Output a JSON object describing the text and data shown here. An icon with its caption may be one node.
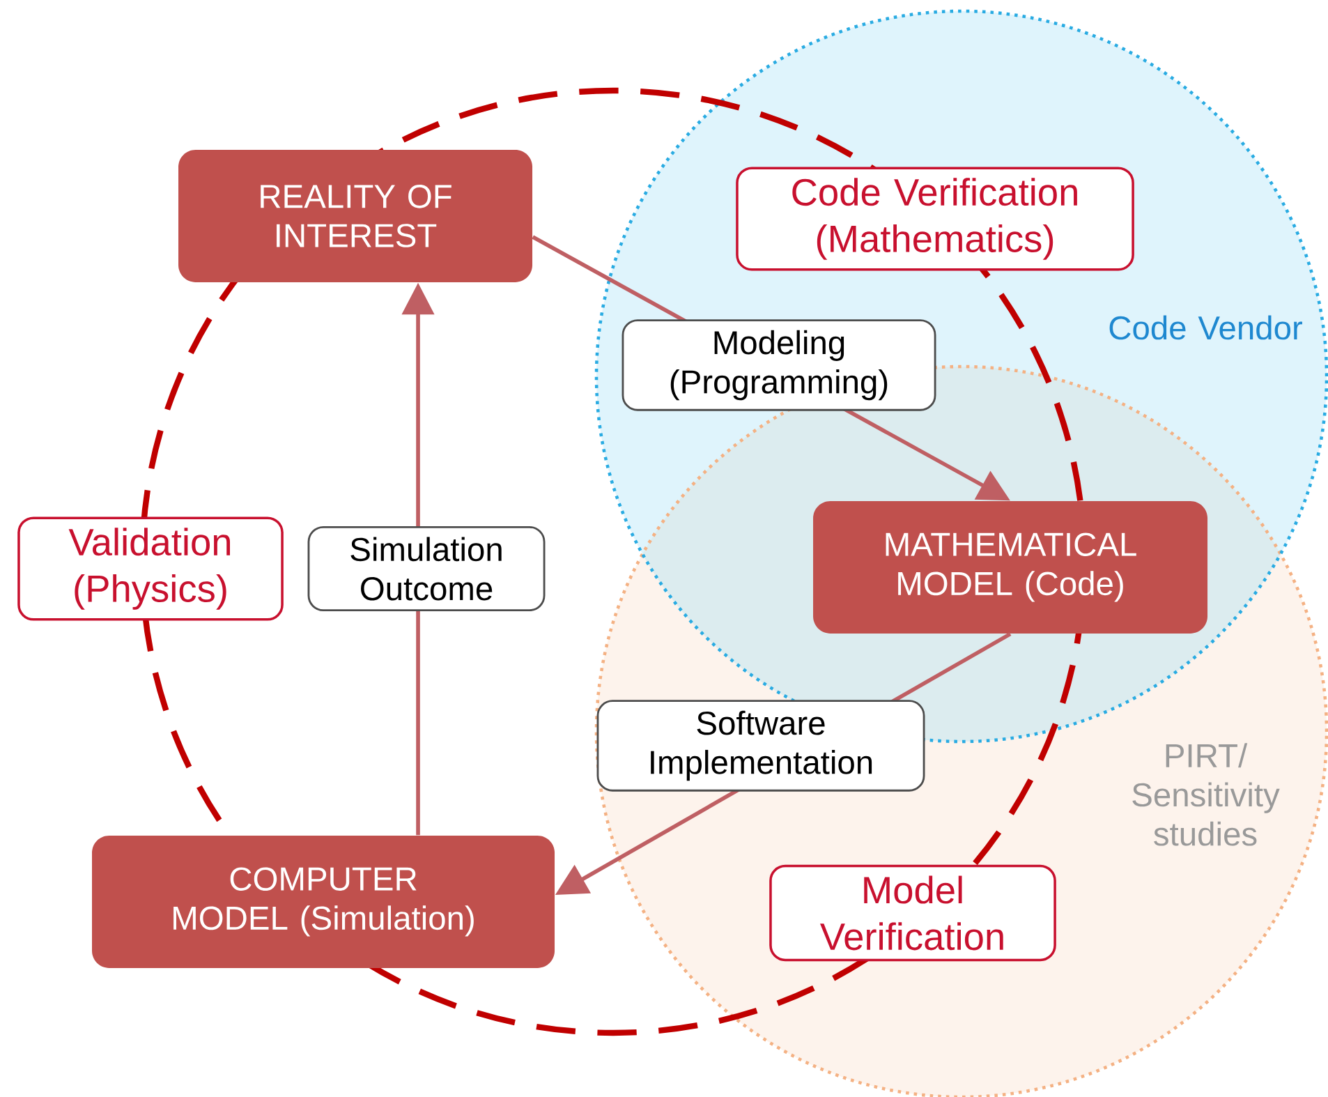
{
  "diagram": {
    "nodes": [
      {
        "text": [
          "REALITY OF INTEREST"
        ]
      },
      {
        "text": [
          "MATHEMATICAL MODEL (Code)"
        ]
      },
      {
        "text": [
          "COMPUTER MODEL (Simulation)"
        ]
      }
    ],
    "edges": [
      {
        "from": 0,
        "to": 1,
        "arrow": "to",
        "label": "Modeling (Programming)"
      },
      {
        "from": 1,
        "to": 2,
        "arrow": "to",
        "label": "Software Implementation"
      },
      {
        "from": 2,
        "to": 0,
        "arrow": "to",
        "label": "Simulation Outcome"
      }
    ],
    "labels": [
      "Code Verification (Mathematics)",
      "Code Vendor",
      "Validation (Physics)",
      "PIRT/ Sensitivity studies",
      "Model Verification"
    ]
  }
}
